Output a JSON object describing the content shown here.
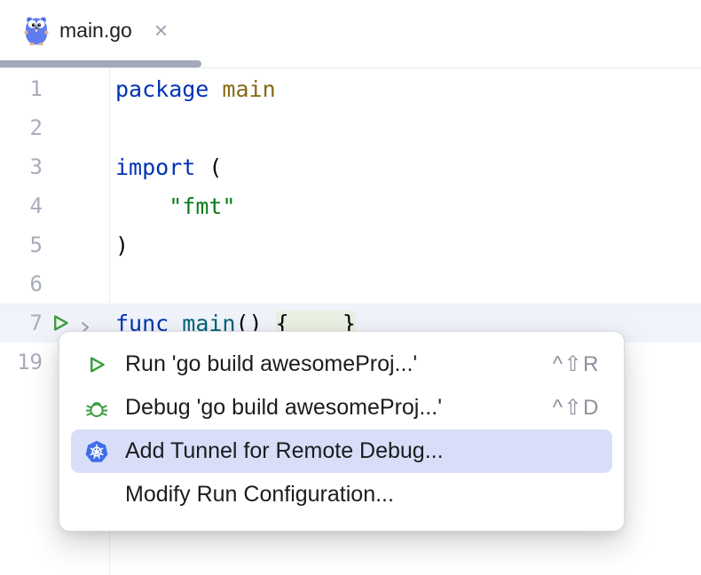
{
  "tab": {
    "title": "main.go",
    "close_glyph": "×",
    "file_icon": "go-gopher"
  },
  "tab_underline_color": "#a3a9b7",
  "syntax_colors": {
    "keyword": "#0033b3",
    "pkg": "#866914",
    "string": "#067d17",
    "fn": "#00627a",
    "plain": "#080808",
    "fold_bg": "#e9f0e2",
    "line_number": "#a8adba",
    "current_line_bg": "#f0f3fa"
  },
  "editor": {
    "lines": [
      {
        "num": "1",
        "tokens": [
          {
            "c": "keyword",
            "t": "package"
          },
          {
            "c": "plain",
            "t": " "
          },
          {
            "c": "pkg",
            "t": "main"
          }
        ]
      },
      {
        "num": "2",
        "tokens": []
      },
      {
        "num": "3",
        "tokens": [
          {
            "c": "keyword",
            "t": "import"
          },
          {
            "c": "plain",
            "t": " ("
          }
        ]
      },
      {
        "num": "4",
        "tokens": [
          {
            "c": "plain",
            "t": "    "
          },
          {
            "c": "string",
            "t": "\"fmt\""
          }
        ]
      },
      {
        "num": "5",
        "tokens": [
          {
            "c": "plain",
            "t": ")"
          }
        ]
      },
      {
        "num": "6",
        "tokens": []
      },
      {
        "num": "7",
        "current": true,
        "gutter_icons": [
          "run",
          "chevron"
        ],
        "tokens": [
          {
            "c": "keyword",
            "t": "func"
          },
          {
            "c": "plain",
            "t": " "
          },
          {
            "c": "fn",
            "t": "main"
          },
          {
            "c": "plain",
            "t": "() "
          },
          {
            "c": "fold",
            "t": "{    }"
          }
        ]
      },
      {
        "num": "19",
        "tokens": []
      }
    ]
  },
  "menu": {
    "selected_bg": "#d8def8",
    "items": [
      {
        "name": "run",
        "icon": "run",
        "label": "Run 'go build awesomeProj...'",
        "shortcut": "^⇧R",
        "selected": false
      },
      {
        "name": "debug",
        "icon": "debug",
        "label": "Debug 'go build awesomeProj...'",
        "shortcut": "^⇧D",
        "selected": false
      },
      {
        "name": "add-tunnel-for-remote-debug",
        "icon": "kubernetes",
        "label": "Add Tunnel for Remote Debug...",
        "shortcut": "",
        "selected": true
      },
      {
        "name": "modify-run-configuration",
        "icon": "",
        "label": "Modify Run Configuration...",
        "shortcut": "",
        "selected": false
      }
    ]
  }
}
